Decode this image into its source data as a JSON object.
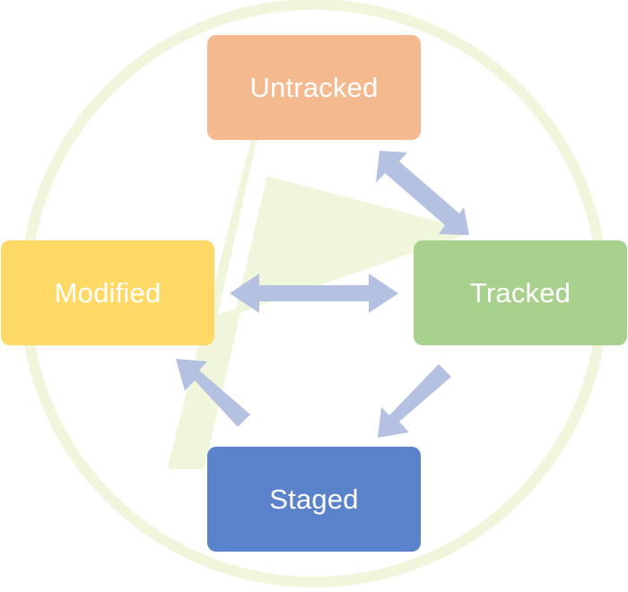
{
  "colors": {
    "background": "#ffffff",
    "watermark": "#f0f6dc",
    "arrow": "#b4c1e0",
    "untracked": "#f4b98e",
    "tracked": "#a9d18e",
    "modified": "#ffd966",
    "staged": "#5b83cc"
  },
  "nodes": {
    "untracked": {
      "label": "Untracked"
    },
    "tracked": {
      "label": "Tracked"
    },
    "modified": {
      "label": "Modified"
    },
    "staged": {
      "label": "Staged"
    }
  },
  "arrows": [
    {
      "from": "untracked",
      "to": "tracked",
      "direction": "both"
    },
    {
      "from": "modified",
      "to": "tracked",
      "direction": "both"
    },
    {
      "from": "tracked",
      "to": "staged",
      "direction": "forward"
    },
    {
      "from": "staged",
      "to": "modified",
      "direction": "forward"
    }
  ]
}
